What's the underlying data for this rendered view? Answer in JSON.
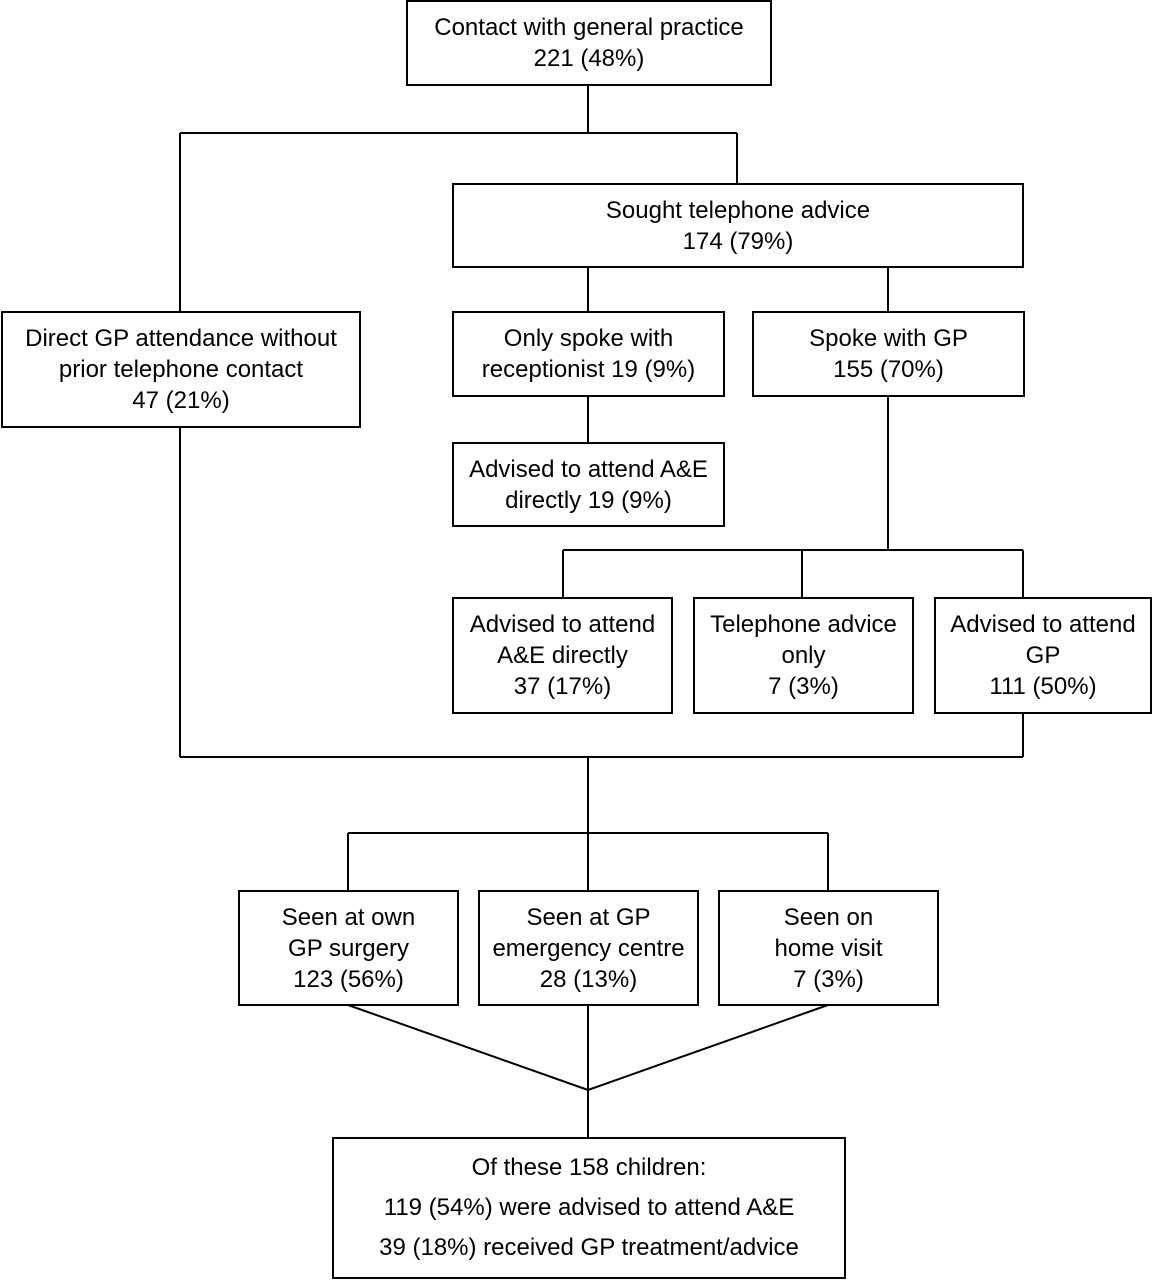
{
  "flowchart": {
    "contact_gp": {
      "line1": "Contact with general practice",
      "line2": "221 (48%)"
    },
    "telephone_advice": {
      "line1": "Sought telephone advice",
      "line2": "174 (79%)"
    },
    "direct_attendance": {
      "line1": "Direct GP attendance without",
      "line2": "prior telephone contact",
      "line3": "47 (21%)"
    },
    "receptionist": {
      "line1": "Only spoke with",
      "line2": "receptionist 19 (9%)"
    },
    "spoke_gp": {
      "line1": "Spoke with GP",
      "line2": "155 (70%)"
    },
    "receptionist_ae": {
      "line1": "Advised to attend A&E",
      "line2": "directly 19 (9%)"
    },
    "gp_ae": {
      "line1": "Advised to attend",
      "line2": "A&E directly",
      "line3": "37 (17%)"
    },
    "phone_only": {
      "line1": "Telephone advice",
      "line2": "only",
      "line3": "7 (3%)"
    },
    "attend_gp": {
      "line1": "Advised to attend",
      "line2": "GP",
      "line3": "111 (50%)"
    },
    "own_surgery": {
      "line1": "Seen at own",
      "line2": "GP surgery",
      "line3": "123 (56%)"
    },
    "emergency_centre": {
      "line1": "Seen at GP",
      "line2": "emergency centre",
      "line3": "28 (13%)"
    },
    "home_visit": {
      "line1": "Seen on",
      "line2": "home visit",
      "line3": "7 (3%)"
    },
    "outcome": {
      "line1": "Of these 158 children:",
      "line2": "119 (54%) were advised to attend A&E",
      "line3": "39 (18%) received GP treatment/advice"
    }
  }
}
